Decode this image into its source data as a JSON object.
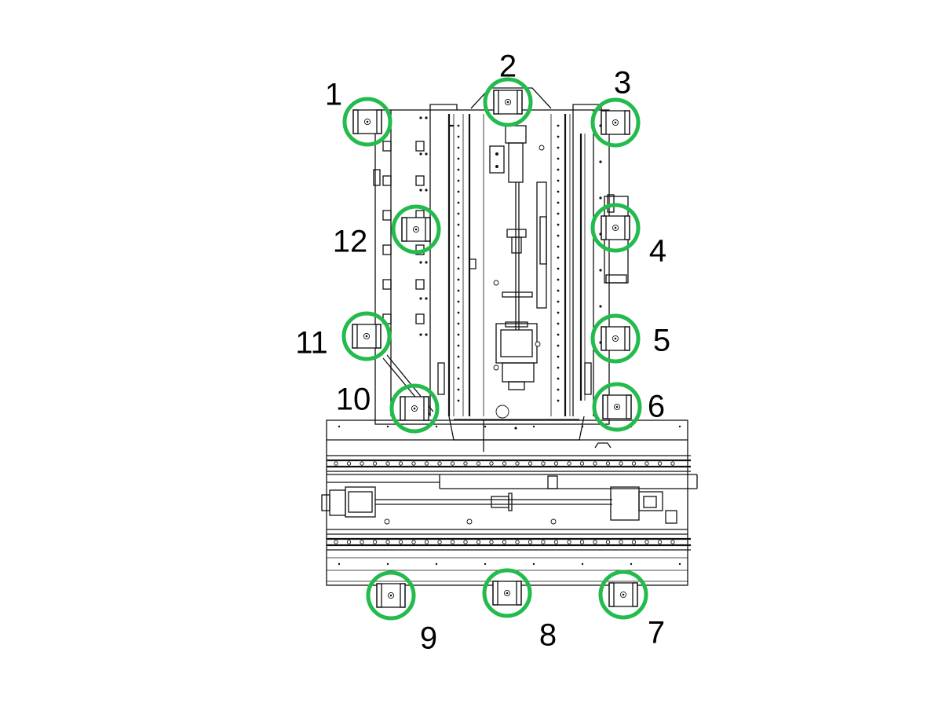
{
  "diagram": {
    "marker_color": "#22bb4c",
    "markers": [
      {
        "label": "1",
        "icon": "mounting-foot-icon"
      },
      {
        "label": "2",
        "icon": "mounting-foot-icon"
      },
      {
        "label": "3",
        "icon": "mounting-foot-icon"
      },
      {
        "label": "4",
        "icon": "mounting-foot-icon"
      },
      {
        "label": "5",
        "icon": "mounting-foot-icon"
      },
      {
        "label": "6",
        "icon": "mounting-foot-icon"
      },
      {
        "label": "7",
        "icon": "mounting-foot-icon"
      },
      {
        "label": "8",
        "icon": "mounting-foot-icon"
      },
      {
        "label": "9",
        "icon": "mounting-foot-icon"
      },
      {
        "label": "10",
        "icon": "mounting-foot-icon"
      },
      {
        "label": "11",
        "icon": "mounting-foot-icon"
      },
      {
        "label": "12",
        "icon": "mounting-foot-icon"
      }
    ]
  }
}
